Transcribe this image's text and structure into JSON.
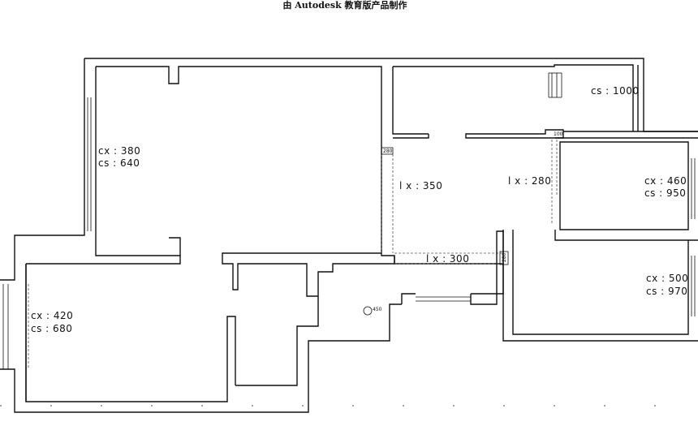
{
  "header": {
    "text": "由 Autodesk 教育版产品制作"
  },
  "rooms": [
    {
      "id": "room-left-top",
      "lines": [
        "cx : 380",
        "cs : 640"
      ]
    },
    {
      "id": "room-left-bottom",
      "lines": [
        "cx : 420",
        "cs : 680"
      ]
    },
    {
      "id": "room-right-top",
      "lines": [
        "cs : 1000"
      ]
    },
    {
      "id": "room-right-mid",
      "lines": [
        "cx : 460",
        "cs : 950"
      ]
    },
    {
      "id": "room-right-bottom",
      "lines": [
        "cx : 500",
        "cs : 970"
      ]
    }
  ],
  "openings": [
    {
      "id": "opening-lx-350",
      "label": "l x : 350"
    },
    {
      "id": "opening-lx-280",
      "label": "l x : 280"
    },
    {
      "id": "opening-lx-300",
      "label": "l x : 300"
    }
  ],
  "small_dims": {
    "d280_a": "280",
    "d280_b": "280",
    "d100": "100",
    "d450": "450"
  }
}
